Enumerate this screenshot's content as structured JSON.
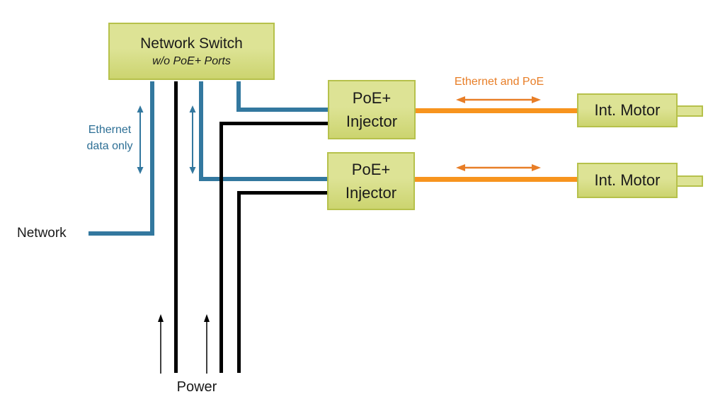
{
  "colors": {
    "blue_line": "#33789f",
    "blue_label": "#2d6f95",
    "orange_line": "#f7941e",
    "orange_accent": "#e87e27",
    "power_line": "#000000",
    "box_fill_top": "#dde395",
    "box_fill_bottom": "#ccd46f",
    "box_border": "#b6c14b",
    "text": "#1a1a1a"
  },
  "nodes": {
    "network_switch": {
      "title": "Network Switch",
      "subtitle": "w/o PoE+ Ports"
    },
    "poe_injector_1": {
      "line1": "PoE+",
      "line2": "Injector"
    },
    "poe_injector_2": {
      "line1": "PoE+",
      "line2": "Injector"
    },
    "int_motor_1": {
      "label": "Int. Motor"
    },
    "int_motor_2": {
      "label": "Int. Motor"
    }
  },
  "labels": {
    "ethernet_data_only": {
      "line1": "Ethernet",
      "line2": "data only"
    },
    "ethernet_and_poe": "Ethernet and PoE",
    "network": "Network",
    "power": "Power"
  },
  "connections": [
    {
      "from": "Network",
      "to": "Network Switch",
      "type": "ethernet-data",
      "color": "#33789f"
    },
    {
      "from": "Network Switch",
      "to": "PoE+ Injector 1",
      "type": "ethernet-data",
      "color": "#33789f"
    },
    {
      "from": "Network Switch",
      "to": "PoE+ Injector 2",
      "type": "ethernet-data",
      "color": "#33789f"
    },
    {
      "from": "Power",
      "to": "Network Switch",
      "type": "power",
      "color": "#000000"
    },
    {
      "from": "Power",
      "to": "PoE+ Injector 1",
      "type": "power",
      "color": "#000000"
    },
    {
      "from": "Power",
      "to": "PoE+ Injector 2",
      "type": "power",
      "color": "#000000"
    },
    {
      "from": "PoE+ Injector 1",
      "to": "Int. Motor 1",
      "type": "ethernet-and-poe",
      "color": "#f7941e"
    },
    {
      "from": "PoE+ Injector 2",
      "to": "Int. Motor 2",
      "type": "ethernet-and-poe",
      "color": "#f7941e"
    }
  ]
}
